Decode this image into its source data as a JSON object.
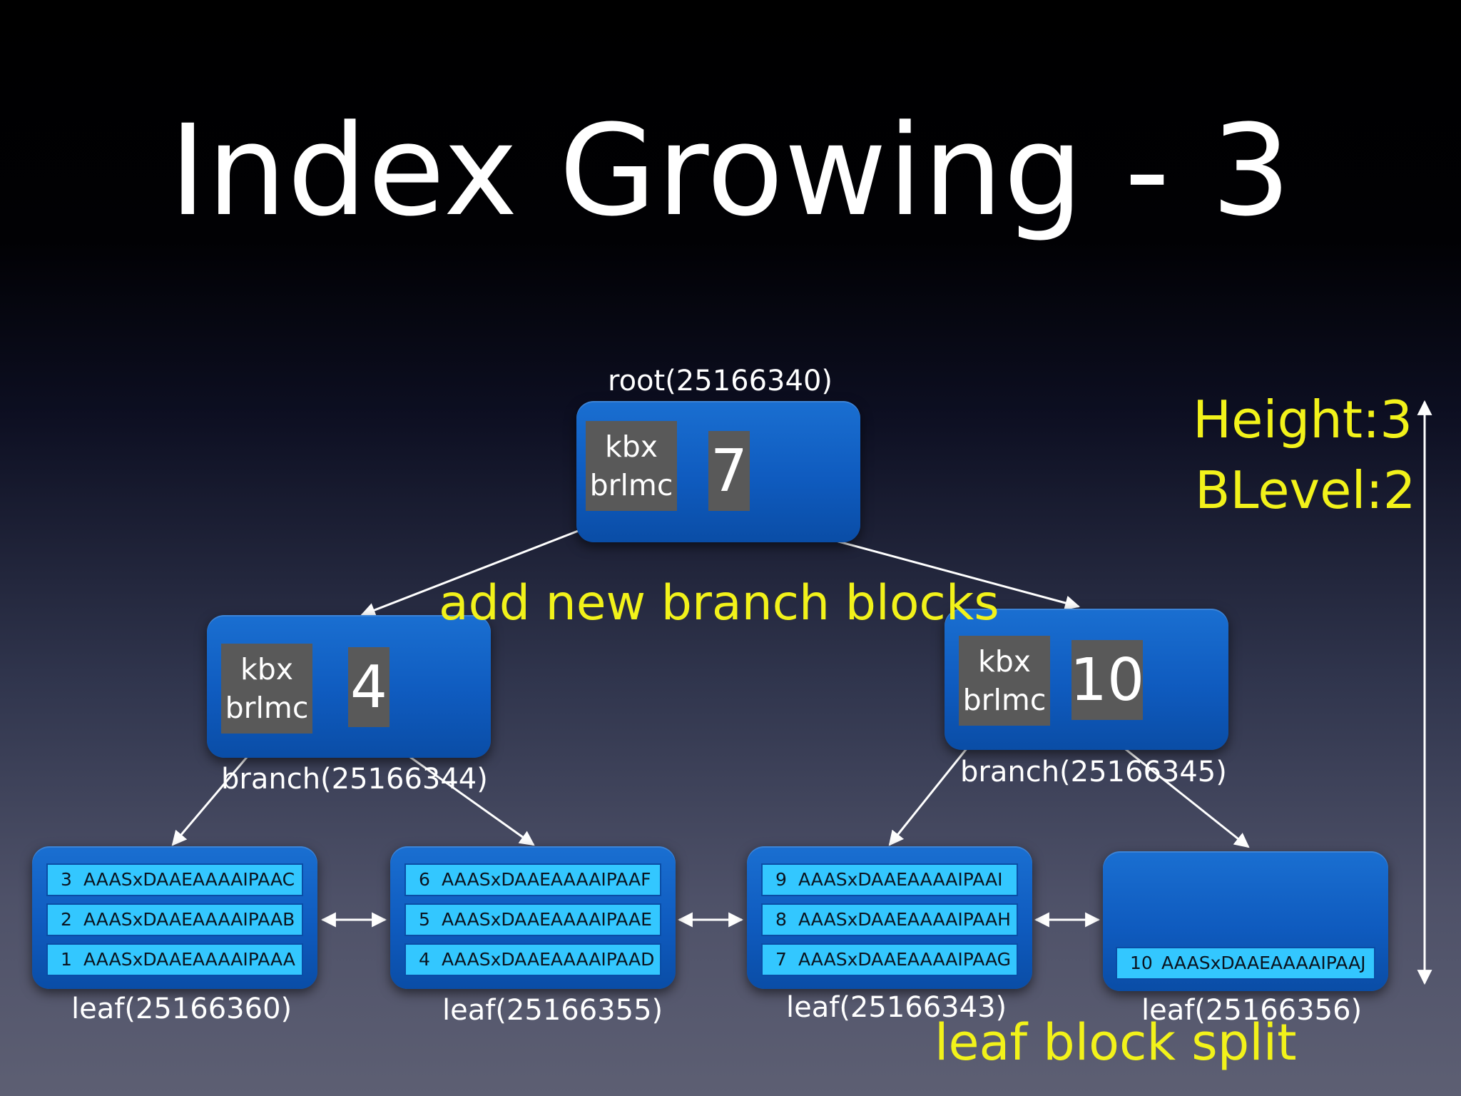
{
  "title": "Index Growing - 3",
  "root": {
    "label": "root(25166340)",
    "key_line1": "kbx",
    "key_line2": "brlmc",
    "pointer": "7"
  },
  "branch_left": {
    "label": "branch(25166344)",
    "key_line1": "kbx",
    "key_line2": "brlmc",
    "pointer": "4"
  },
  "branch_right": {
    "label": "branch(25166345)",
    "key_line1": "kbx",
    "key_line2": "brlmc",
    "pointer": "10"
  },
  "leaves": [
    {
      "label": "leaf(25166360)",
      "entries": [
        {
          "num": "3",
          "rowid": "AAASxDAAEAAAAIPAAC"
        },
        {
          "num": "2",
          "rowid": "AAASxDAAEAAAAIPAAB"
        },
        {
          "num": "1",
          "rowid": "AAASxDAAEAAAAIPAAA"
        }
      ]
    },
    {
      "label": "leaf(25166355)",
      "entries": [
        {
          "num": "6",
          "rowid": "AAASxDAAEAAAAIPAAF"
        },
        {
          "num": "5",
          "rowid": "AAASxDAAEAAAAIPAAE"
        },
        {
          "num": "4",
          "rowid": "AAASxDAAEAAAAIPAAD"
        }
      ]
    },
    {
      "label": "leaf(25166343)",
      "entries": [
        {
          "num": "9",
          "rowid": "AAASxDAAEAAAAIPAAI"
        },
        {
          "num": "8",
          "rowid": "AAASxDAAEAAAAIPAAH"
        },
        {
          "num": "7",
          "rowid": "AAASxDAAEAAAAIPAAG"
        }
      ]
    },
    {
      "label": "leaf(25166356)",
      "entries": [
        {
          "num": "10",
          "rowid": "AAASxDAAEAAAAIPAAJ"
        }
      ]
    }
  ],
  "annotations": {
    "height": "Height:3",
    "blevel": "BLevel:2",
    "add_branch": "add new branch blocks",
    "leaf_split": "leaf block split"
  },
  "colors": {
    "node_blue": "#0f5bbf",
    "entry_cyan": "#33c7ff",
    "key_gray": "#595959",
    "annotation_yellow": "#f2f21a"
  }
}
